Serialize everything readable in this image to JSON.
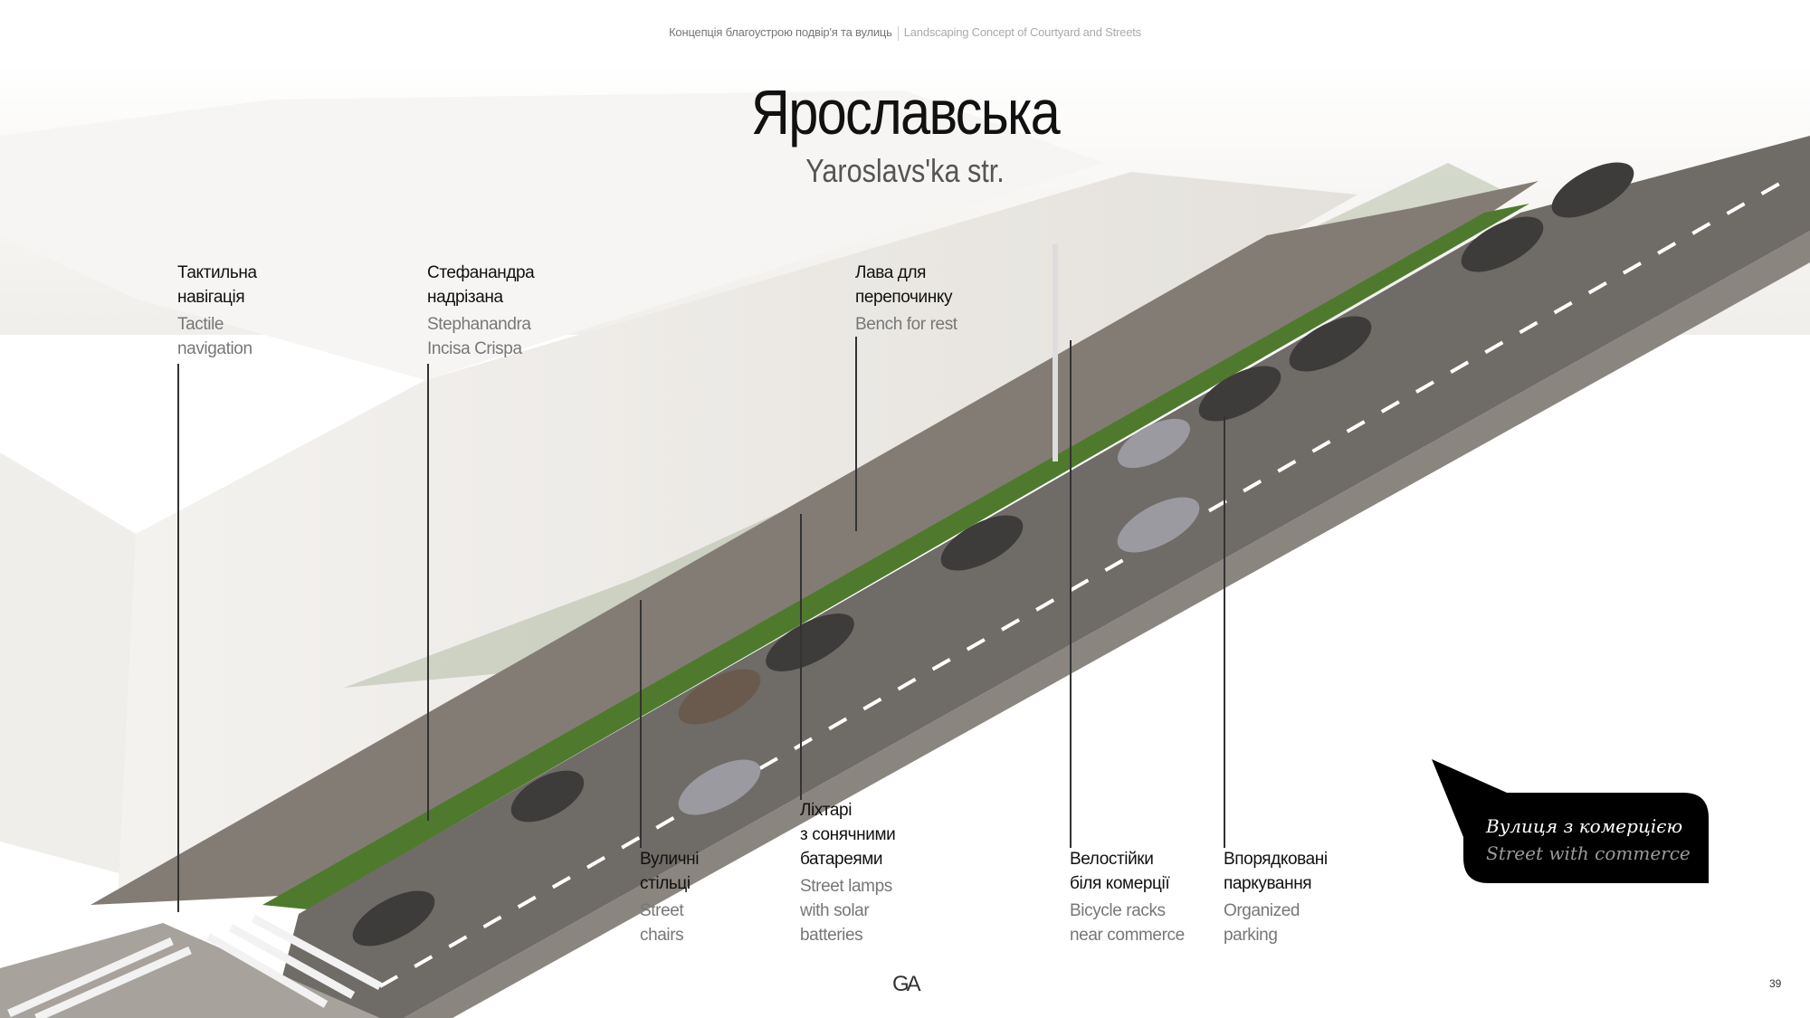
{
  "header": {
    "title_ua": "Концепція благоустрою подвір'я та вулиць",
    "title_en": "Landscaping Concept of Courtyard and Streets"
  },
  "page": {
    "title": "Ярославська",
    "subtitle": "Yaroslavs'ka str."
  },
  "labels": [
    {
      "ua": "Тактильна\nнавігація",
      "en": "Tactile\nnavigation"
    },
    {
      "ua": "Стефанандра\nнадрізана",
      "en": "Stephanandra\nIncisa Crispa"
    },
    {
      "ua": "Лава для\nперепочинку",
      "en": "Bench for rest"
    },
    {
      "ua": "Вуличні\nстільці",
      "en": "Street\nchairs"
    },
    {
      "ua": "Ліхтарі\nз сонячними\nбатареями",
      "en": "Street lamps\nwith solar\nbatteries"
    },
    {
      "ua": "Велостійки\nбіля комерції",
      "en": "Bicycle racks\nnear commerce"
    },
    {
      "ua": "Впорядковані\nпаркування",
      "en": "Organized\nparking"
    }
  ],
  "callout": {
    "ua": "Вулиця з комерцією",
    "en": "Street with commerce"
  },
  "footer": {
    "logo": "GA",
    "page_number": "39"
  },
  "colors": {
    "road": "#6f6b67",
    "sidewalk": "#837c74",
    "greenery": "#4f7a2e",
    "callout_bg": "#000000"
  }
}
